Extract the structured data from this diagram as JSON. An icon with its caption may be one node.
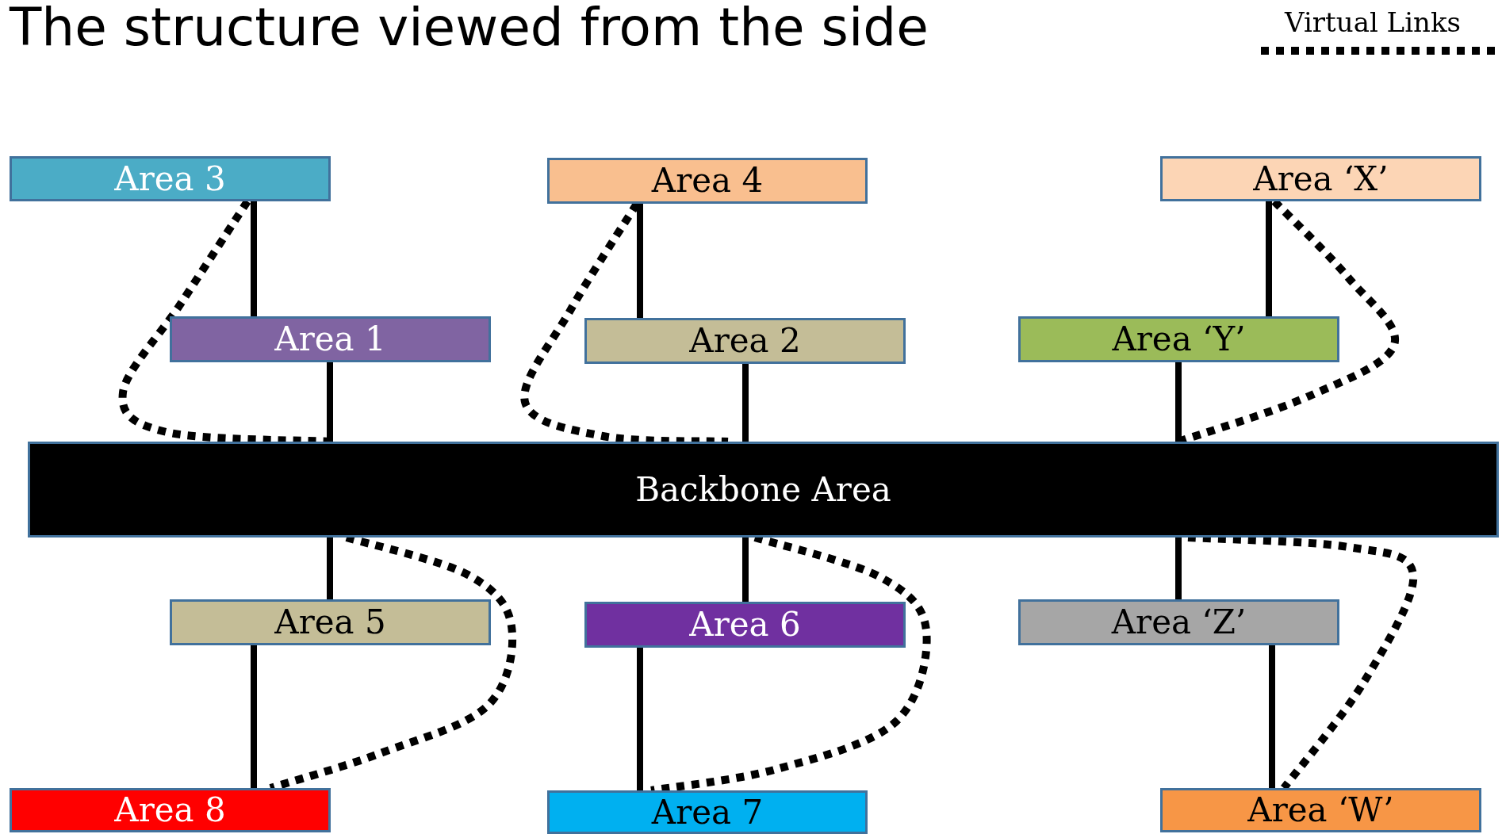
{
  "diagram": {
    "title": "The structure viewed from the side",
    "nodes": [
      {
        "text": [
          "Area 3"
        ]
      },
      {
        "text": [
          "Area 4"
        ]
      },
      {
        "text": [
          "Area ‘X’"
        ]
      },
      {
        "text": [
          "Area 1"
        ]
      },
      {
        "text": [
          "Area 2"
        ]
      },
      {
        "text": [
          "Area ‘Y’"
        ]
      },
      {
        "text": [
          "Backbone Area"
        ]
      },
      {
        "text": [
          "Area 5"
        ]
      },
      {
        "text": [
          "Area 6"
        ]
      },
      {
        "text": [
          "Area ‘Z’"
        ]
      },
      {
        "text": [
          "Area 8"
        ]
      },
      {
        "text": [
          "Area 7"
        ]
      },
      {
        "text": [
          "Area ‘W’"
        ]
      }
    ],
    "edges": [
      {
        "from": 0,
        "to": 3,
        "arrow": "none"
      },
      {
        "from": 3,
        "to": 6,
        "arrow": "none"
      },
      {
        "from": 1,
        "to": 4,
        "arrow": "none"
      },
      {
        "from": 4,
        "to": 6,
        "arrow": "none"
      },
      {
        "from": 2,
        "to": 5,
        "arrow": "none"
      },
      {
        "from": 5,
        "to": 6,
        "arrow": "none"
      },
      {
        "from": 6,
        "to": 7,
        "arrow": "none"
      },
      {
        "from": 7,
        "to": 10,
        "arrow": "none"
      },
      {
        "from": 6,
        "to": 8,
        "arrow": "none"
      },
      {
        "from": 8,
        "to": 11,
        "arrow": "none"
      },
      {
        "from": 6,
        "to": 9,
        "arrow": "none"
      },
      {
        "from": 9,
        "to": 12,
        "arrow": "none"
      },
      {
        "from": 0,
        "to": 6,
        "arrow": "none",
        "style": "dashed"
      },
      {
        "from": 1,
        "to": 6,
        "arrow": "none",
        "style": "dashed"
      },
      {
        "from": 2,
        "to": 6,
        "arrow": "none",
        "style": "dashed"
      },
      {
        "from": 6,
        "to": 10,
        "arrow": "none",
        "style": "dashed"
      },
      {
        "from": 6,
        "to": 11,
        "arrow": "none",
        "style": "dashed"
      },
      {
        "from": 6,
        "to": 12,
        "arrow": "none",
        "style": "dashed"
      }
    ],
    "legend": [
      {
        "text": "Virtual Links"
      }
    ]
  }
}
